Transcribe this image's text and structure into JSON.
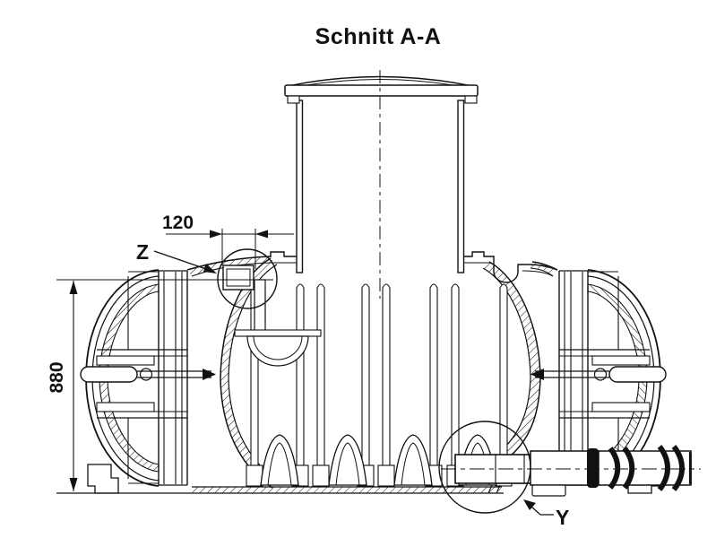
{
  "labels": {
    "title": "Schnitt A-A",
    "dim_width": "120",
    "dim_height": "880",
    "detail_z": "Z",
    "detail_y": "Y"
  },
  "drawing": {
    "kind": "technical-section-drawing",
    "line_color": "#111111",
    "background_color": "#ffffff"
  }
}
